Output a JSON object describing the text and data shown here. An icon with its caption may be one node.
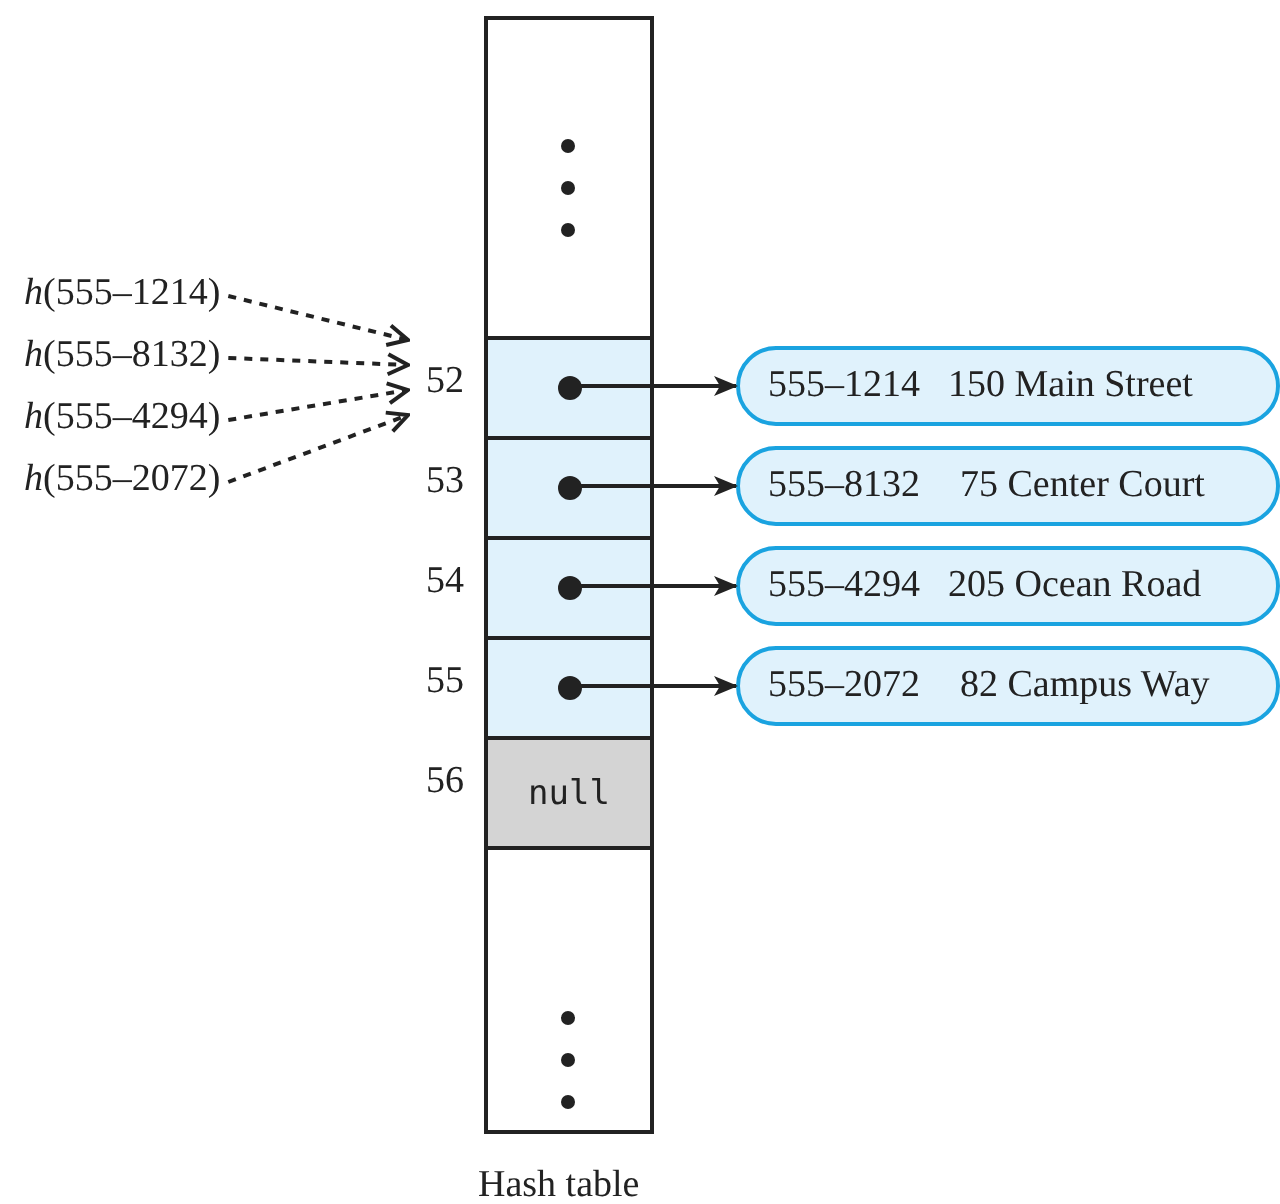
{
  "diagram": {
    "nodes": [
      {
        "text": [
          "Hash table"
        ]
      },
      {
        "text": [],
        "shape": "box",
        "in": 0,
        "beside": [
          "52"
        ]
      },
      {
        "text": [],
        "shape": "box",
        "in": 0,
        "beside": [
          "53"
        ]
      },
      {
        "text": [],
        "shape": "box",
        "in": 0,
        "beside": [
          "54"
        ]
      },
      {
        "text": [],
        "shape": "box",
        "in": 0,
        "beside": [
          "55"
        ]
      },
      {
        "text": [
          "null"
        ],
        "in": 0,
        "beside": [
          "56"
        ]
      },
      {
        "text": [
          "*h*(555–1214)"
        ]
      },
      {
        "text": [
          "*h*(555–8132)"
        ]
      },
      {
        "text": [
          "*h*(555–4294)"
        ]
      },
      {
        "text": [
          "*h*(555–2072)"
        ]
      },
      {
        "text": [
          "555–1214",
          "150 Main Street"
        ]
      },
      {
        "text": [
          "555–8132",
          "75 Center Court"
        ]
      },
      {
        "text": [
          "555–4294",
          "205 Ocean Road"
        ]
      },
      {
        "text": [
          "555–2072",
          "82 Campus Way"
        ]
      }
    ],
    "edges": [
      {
        "from": 6,
        "to": 1,
        "arrow": "to",
        "style": "dashed"
      },
      {
        "from": 7,
        "to": 1,
        "arrow": "to",
        "style": "dashed"
      },
      {
        "from": 8,
        "to": 1,
        "arrow": "to",
        "style": "dashed"
      },
      {
        "from": 9,
        "to": 1,
        "arrow": "to",
        "style": "dashed"
      },
      {
        "from": 1,
        "to": 10,
        "arrow": "to"
      },
      {
        "from": 2,
        "to": 11,
        "arrow": "to"
      },
      {
        "from": 3,
        "to": 12,
        "arrow": "to"
      },
      {
        "from": 4,
        "to": 13,
        "arrow": "to"
      }
    ]
  }
}
